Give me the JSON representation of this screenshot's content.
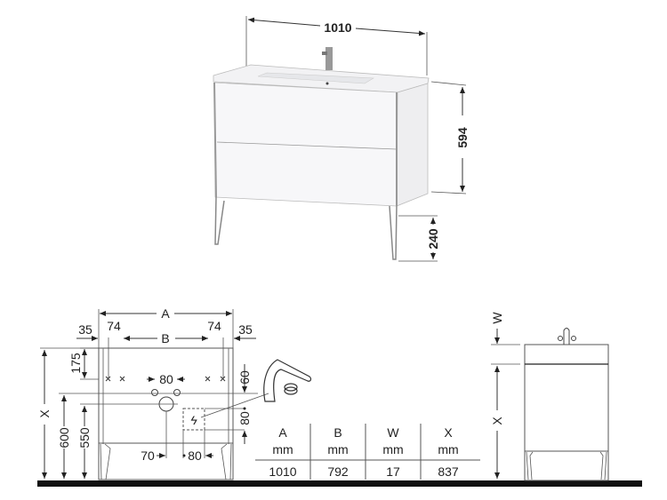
{
  "product_view": {
    "width_label": "1010",
    "height_label": "594",
    "leg_height_label": "240"
  },
  "front_view": {
    "dim_A": "A",
    "dim_B": "B",
    "side_margin_left": "35",
    "side_margin_right": "35",
    "hole_offset_left": "74",
    "hole_offset_right": "74",
    "top_to_holes": "175",
    "tap_hole_spacing": "80",
    "dim_X": "X",
    "height_600": "600",
    "height_550": "550",
    "socket_offset_60": "60",
    "socket_height_80": "80",
    "drain_offset_70": "70",
    "socket_width_80": "80"
  },
  "spec_table": {
    "columns": [
      {
        "header": "A",
        "unit": "mm",
        "value": "1010"
      },
      {
        "header": "B",
        "unit": "mm",
        "value": "792"
      },
      {
        "header": "W",
        "unit": "mm",
        "value": "17"
      },
      {
        "header": "X",
        "unit": "mm",
        "value": "837"
      }
    ]
  },
  "side_view": {
    "dim_W": "W",
    "dim_X": "X"
  }
}
